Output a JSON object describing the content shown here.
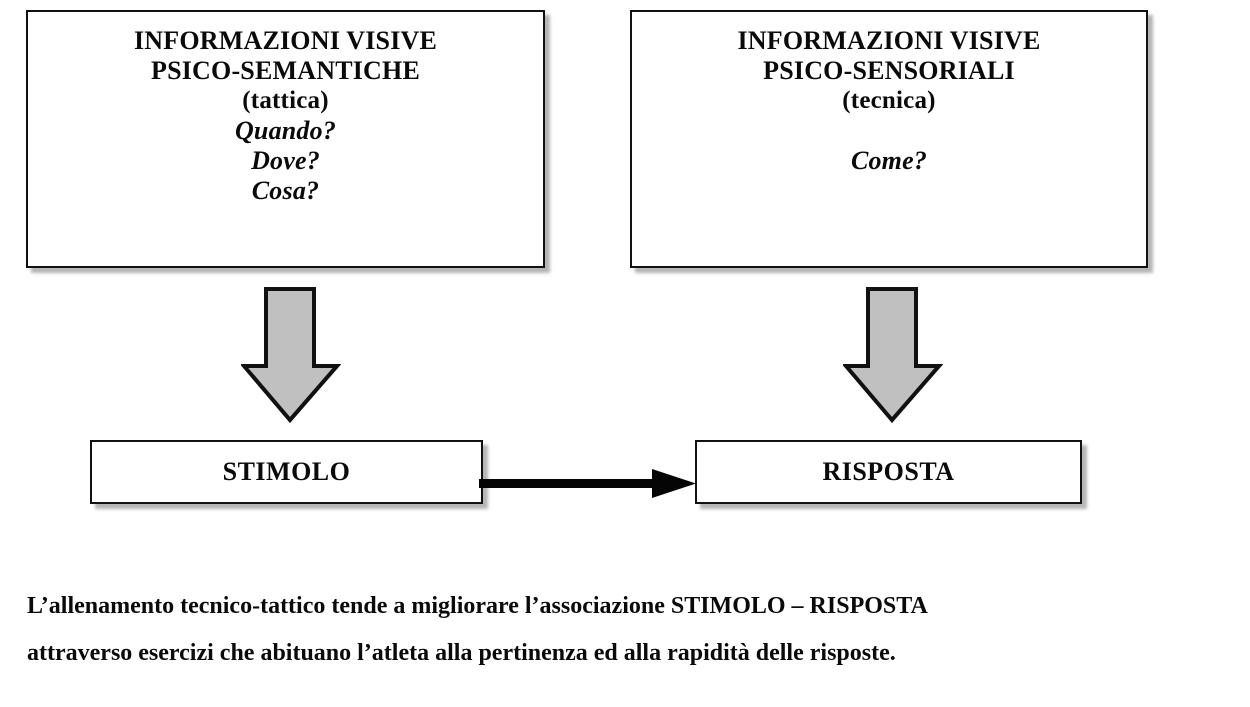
{
  "diagram": {
    "title_semantic_box": "INFORMAZIONI VISIVE PSICO-SEMANTICHE",
    "boxes": {
      "semantic": {
        "line1": "INFORMAZIONI VISIVE",
        "line2": "PSICO-SEMANTICHE",
        "line3": "(tattica)",
        "line4": "Quando?",
        "line5": "Dove?",
        "line6": "Cosa?"
      },
      "sensorial": {
        "line1": "INFORMAZIONI VISIVE",
        "line2": "PSICO-SENSORIALI",
        "line3": "(tecnica)",
        "line4": "",
        "line5": "Come?"
      },
      "stimolo": {
        "label": "STIMOLO"
      },
      "risposta": {
        "label": "RISPOSTA"
      }
    },
    "arrows": {
      "left_down": "down-arrow-icon",
      "right_down": "down-arrow-icon",
      "stimolo_to_risposta": "right-arrow-icon"
    },
    "caption": {
      "line1": "L’allenamento tecnico-tattico tende a migliorare l’associazione STIMOLO – RISPOSTA",
      "line2": "attraverso esercizi che abituano l’atleta alla pertinenza ed alla rapidità delle risposte."
    }
  },
  "colors": {
    "arrow_fill": "#C0C0C0",
    "outline": "#111111",
    "text": "#0A0A0A",
    "background": "#FFFFFF",
    "shadow": "#787878"
  }
}
